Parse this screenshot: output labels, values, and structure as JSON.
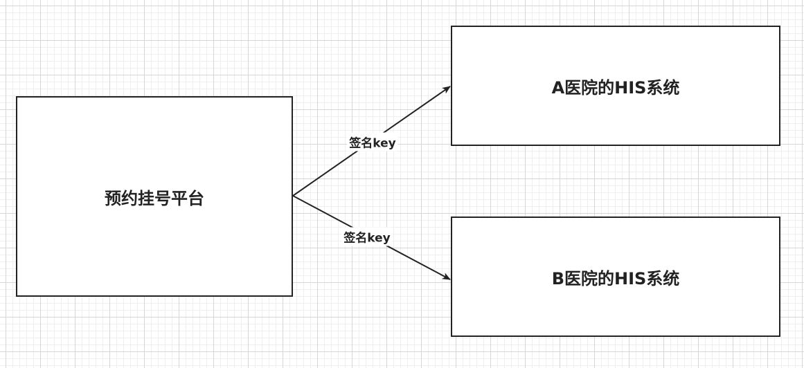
{
  "nodes": {
    "platform": {
      "label": "预约挂号平台"
    },
    "hospital_a": {
      "label": "A医院的HIS系统"
    },
    "hospital_b": {
      "label": "B医院的HIS系统"
    }
  },
  "edges": [
    {
      "from": "platform",
      "to": "hospital_a",
      "label": "签名key"
    },
    {
      "from": "platform",
      "to": "hospital_b",
      "label": "签名key"
    }
  ],
  "colors": {
    "stroke": "#222222",
    "background": "#ffffff",
    "grid": "#d6d6d6"
  }
}
